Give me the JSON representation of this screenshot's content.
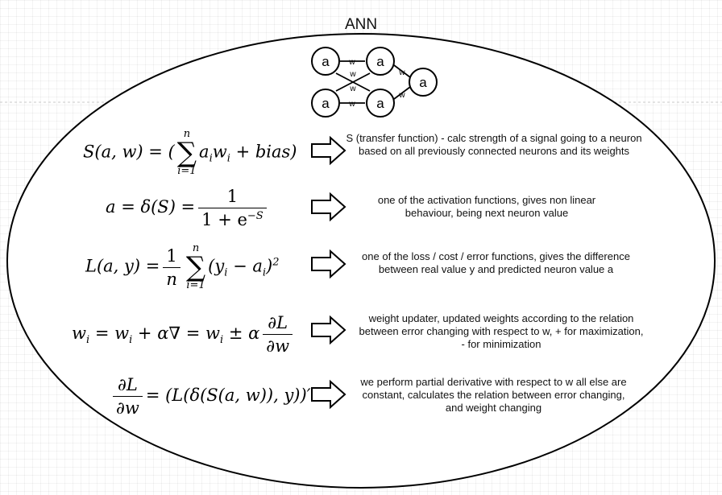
{
  "title": "ANN",
  "network": {
    "node_label": "a",
    "weight_label": "w"
  },
  "formulas": [
    {
      "id": "transfer",
      "parts": {
        "lhs": "S(a, w) = (",
        "sum_top": "n",
        "sum_bottom": "i=1",
        "sum_symbol": "∑",
        "body": "a",
        "sub1": "i",
        "w": "w",
        "sub2": "i",
        "rest": " + bias)"
      },
      "description": "S (transfer function) - calc strength of a signal going to a neuron based on all previously connected neurons and its weights"
    },
    {
      "id": "activation",
      "parts": {
        "lhs": "a = δ(S) =",
        "num": "1",
        "den": "1 + e",
        "den_sup": "−S"
      },
      "description": "one of the activation functions, gives non linear behaviour, being next neuron value"
    },
    {
      "id": "loss",
      "parts": {
        "lhs": "L(a, y) =",
        "num": "1",
        "den": "n",
        "sum_top": "n",
        "sum_bottom": "i=1",
        "sum_symbol": "∑",
        "body": "(y",
        "sub1": "i",
        "mid": " − a",
        "sub2": "i",
        "rest": ")",
        "sup": "2"
      },
      "description": "one of the loss / cost / error functions, gives the difference between real value y and predicted neuron value a"
    },
    {
      "id": "update",
      "parts": {
        "lhs": "w",
        "lhs_sub": "i",
        "mid1": " = w",
        "mid1_sub": "i",
        "mid2": " + α∇ = w",
        "mid2_sub": "i",
        "mid3": " ± α",
        "num": "∂L",
        "den": "∂w"
      },
      "description": "weight updater,  updated weights according to the relation between error changing with respect to w, + for maximization, - for minimization"
    },
    {
      "id": "derivative",
      "parts": {
        "num": "∂L",
        "den": "∂w",
        "rhs": "= (L(δ(S(a, w)), y))′"
      },
      "description": "we perform partial derivative with respect to w all else are constant, calculates the relation between error changing, and weight changing"
    }
  ],
  "colors": {
    "stroke": "#000000",
    "background": "#ffffff",
    "grid": "#e8e8e8"
  }
}
